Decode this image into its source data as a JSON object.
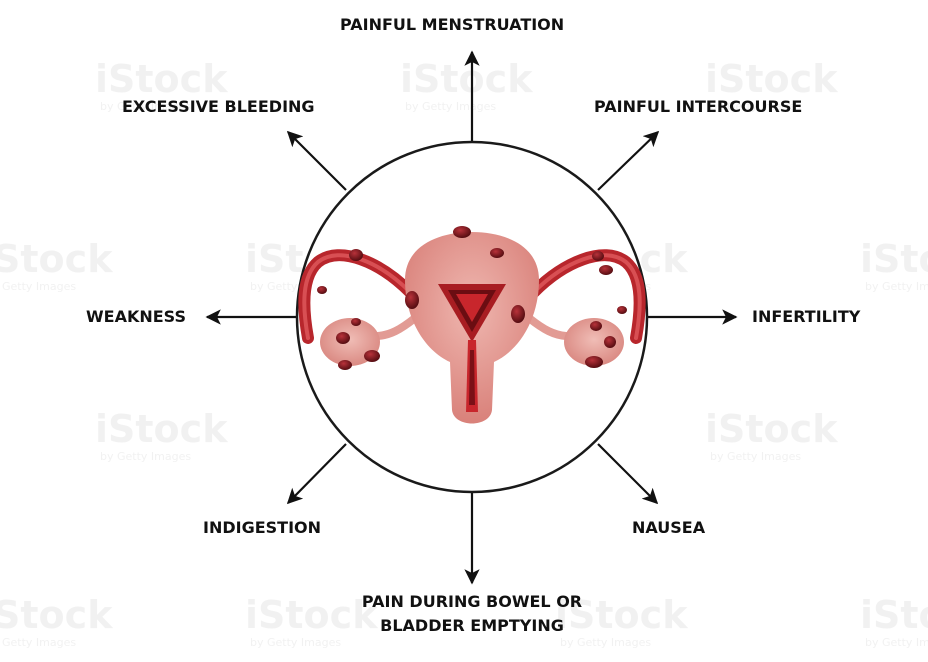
{
  "watermark": {
    "brand": "iStock",
    "byline": "by Getty Images"
  },
  "colors": {
    "ink": "#111111",
    "circle_stroke": "#1a1a1a",
    "uterus_light": "#e8a7a0",
    "uterus_mid": "#d9817a",
    "tissue_red": "#a81d22",
    "tissue_dark": "#6b0d12",
    "tissue_bright": "#c8262c",
    "watermark": "#d4d4d4"
  },
  "symptoms": {
    "top": "PAINFUL MENSTRUATION",
    "top_left": "EXCESSIVE BLEEDING",
    "top_right": "PAINFUL INTERCOURSE",
    "left": "WEAKNESS",
    "right": "INFERTILITY",
    "bottom_left": "INDIGESTION",
    "bottom_right": "NAUSEA",
    "bottom_line1": "PAIN DURING BOWEL OR",
    "bottom_line2": "BLADDER EMPTYING"
  }
}
